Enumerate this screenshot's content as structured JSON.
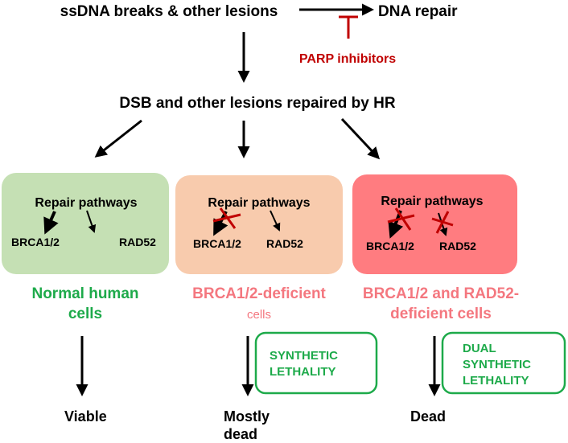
{
  "top": {
    "lesions": "ssDNA breaks & other lesions",
    "dna_repair": "DNA repair",
    "parp_inhibitors": "PARP inhibitors",
    "dsb": "DSB and other lesions repaired by HR"
  },
  "boxes": [
    {
      "title": "Repair pathways",
      "left": "BRCA1/2",
      "right": "RAD52",
      "label": [
        "Normal human",
        "cells"
      ],
      "outcome": [
        "Viable"
      ]
    },
    {
      "title": "Repair pathways",
      "left": "BRCA1/2",
      "right": "RAD52",
      "label": [
        "BRCA1/2-deficient",
        "cells"
      ],
      "callout": [
        "SYNTHETIC",
        "LETHALITY"
      ],
      "outcome": [
        "Mostly",
        "dead"
      ]
    },
    {
      "title": "Repair pathways",
      "left": "BRCA1/2",
      "right": "RAD52",
      "label": [
        "BRCA1/2 and RAD52-",
        "deficient cells"
      ],
      "callout": [
        "DUAL",
        "SYNTHETIC",
        "LETHALITY"
      ],
      "outcome": [
        "Dead"
      ]
    }
  ],
  "colors": {
    "green_box": "#c5e0b4",
    "peach_box": "#f8cbad",
    "red_box": "#ff7c80",
    "green_text": "#1daa4a",
    "pink_text": "#f4777f",
    "inhibitor_red": "#c00000"
  }
}
